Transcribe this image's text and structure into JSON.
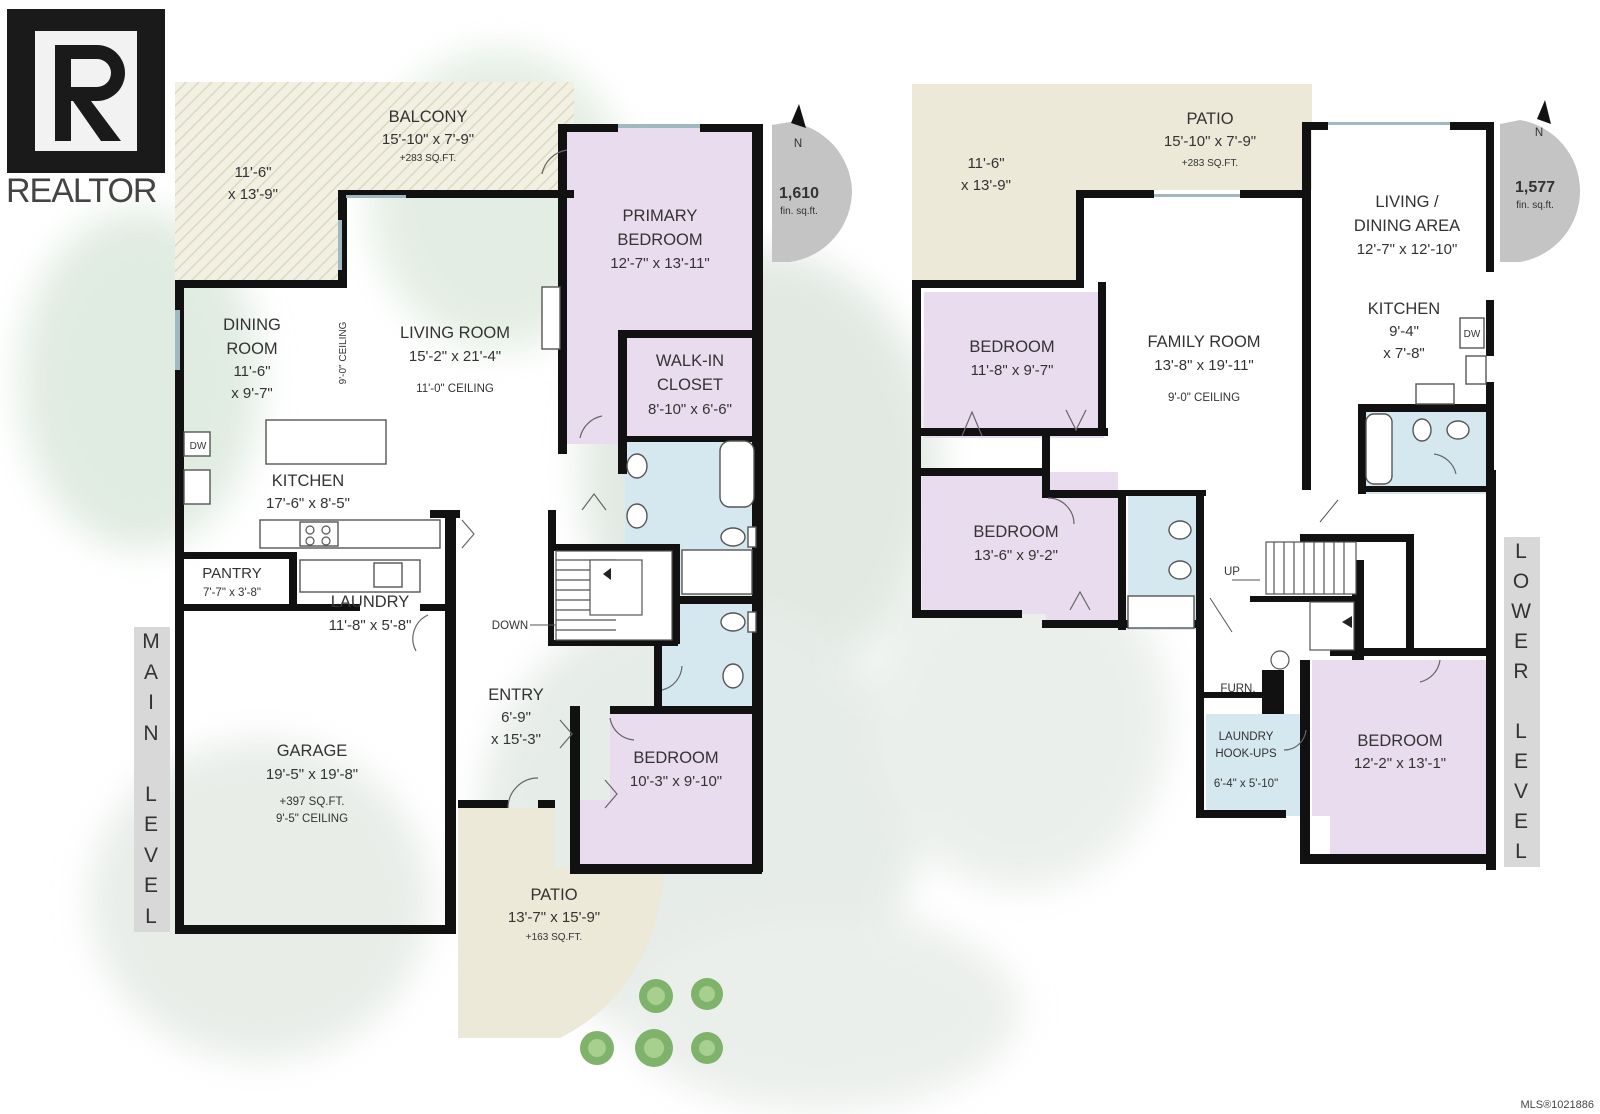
{
  "logo": {
    "text": "REALTOR"
  },
  "mls_text": "MLS®1021886",
  "main": {
    "level_label": "MAIN LEVEL",
    "area": {
      "value": "1,610",
      "unit": "fin. sq.ft."
    },
    "compass": "N",
    "balcony": {
      "name": "BALCONY",
      "dims": "15'-10\" x 7'-9\"",
      "extra": "+283 SQ.FT.",
      "dims_alt_1": "11'-6\"",
      "dims_alt_2": "x 13'-9\""
    },
    "primary_bedroom": {
      "name_1": "PRIMARY",
      "name_2": "BEDROOM",
      "dims": "12'-7\" x 13'-11\""
    },
    "walk_in_closet": {
      "name_1": "WALK-IN",
      "name_2": "CLOSET",
      "dims": "8'-10\" x 6'-6\""
    },
    "dining_room": {
      "name_1": "DINING",
      "name_2": "ROOM",
      "dims_1": "11'-6\"",
      "dims_2": "x 9'-7\"",
      "ceiling": "9'-0\" CEILING"
    },
    "living_room": {
      "name": "LIVING ROOM",
      "dims": "15'-2\" x 21'-4\"",
      "ceiling": "11'-0\" CEILING"
    },
    "kitchen": {
      "name": "KITCHEN",
      "dims": "17'-6\" x 8'-5\"",
      "dw": "DW"
    },
    "pantry": {
      "name": "PANTRY",
      "dims": "7'-7\" x 3'-8\""
    },
    "laundry": {
      "name": "LAUNDRY",
      "dims": "11'-8\" x 5'-8\""
    },
    "down": "DOWN",
    "entry": {
      "name": "ENTRY",
      "dims_1": "6'-9\"",
      "dims_2": "x 15'-3\""
    },
    "bedroom": {
      "name": "BEDROOM",
      "dims": "10'-3\" x 9'-10\""
    },
    "garage": {
      "name": "GARAGE",
      "dims": "19'-5\" x 19'-8\"",
      "extra": "+397 SQ.FT.",
      "ceiling": "9'-5\" CEILING"
    },
    "patio": {
      "name": "PATIO",
      "dims": "13'-7\" x 15'-9\"",
      "extra": "+163 SQ.FT."
    }
  },
  "lower": {
    "level_label": "LOWER LEVEL",
    "area": {
      "value": "1,577",
      "unit": "fin. sq.ft."
    },
    "compass": "N",
    "patio": {
      "name": "PATIO",
      "dims": "15'-10\" x 7'-9\"",
      "extra": "+283 SQ.FT.",
      "dims_alt_1": "11'-6\"",
      "dims_alt_2": "x 13'-9\""
    },
    "living_dining": {
      "name_1": "LIVING /",
      "name_2": "DINING AREA",
      "dims": "12'-7\" x 12'-10\""
    },
    "kitchen": {
      "name": "KITCHEN",
      "dims_1": "9'-4\"",
      "dims_2": "x 7'-8\"",
      "dw": "DW"
    },
    "bedroom_1": {
      "name": "BEDROOM",
      "dims": "11'-8\" x 9'-7\""
    },
    "family_room": {
      "name": "FAMILY ROOM",
      "dims": "13'-8\" x 19'-11\"",
      "ceiling": "9'-0\" CEILING"
    },
    "bedroom_2": {
      "name": "BEDROOM",
      "dims": "13'-6\" x 9'-2\""
    },
    "up": "UP",
    "furnace": "FURN.",
    "laundry": {
      "name_1": "LAUNDRY",
      "name_2": "HOOK-UPS",
      "dims": "6'-4\" x 5'-10\""
    },
    "bedroom_3": {
      "name": "BEDROOM",
      "dims": "12'-2\" x 13'-1\""
    }
  },
  "colors": {
    "bedroom_fill": "#e9dcef",
    "bath_fill": "#d6e8ef",
    "balcony_fill": "#efeee0",
    "patio_fill": "#ece9d8",
    "wall": "#111111"
  }
}
